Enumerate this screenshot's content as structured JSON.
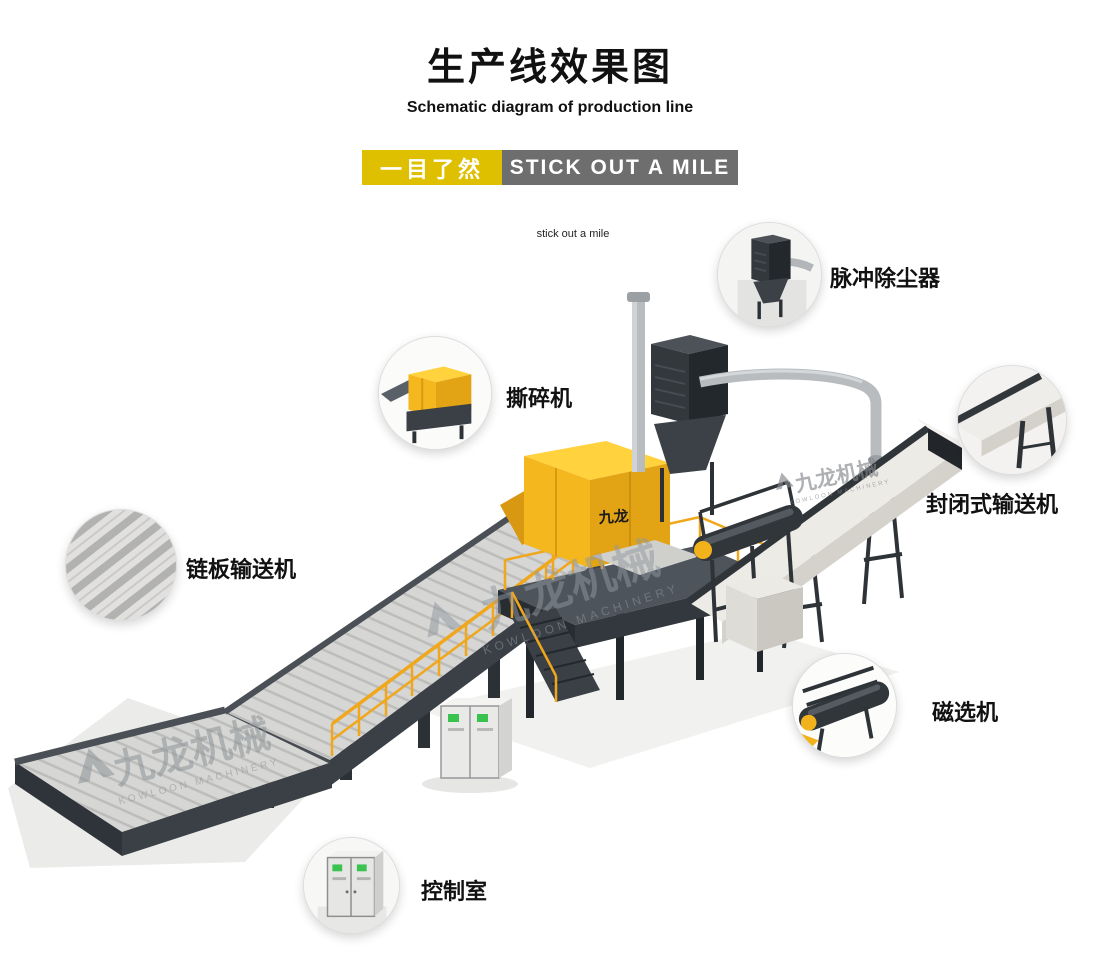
{
  "header": {
    "title": "生产线效果图",
    "subtitle": "Schematic diagram of production line",
    "banner_left": "一目了然",
    "banner_right": "STICK OUT A MILE",
    "tagline": "stick out a mile"
  },
  "callouts": [
    {
      "id": "pulse-dust-collector",
      "label": "脉冲除尘器"
    },
    {
      "id": "shredder",
      "label": "撕碎机"
    },
    {
      "id": "enclosed-conveyor",
      "label": "封闭式输送机"
    },
    {
      "id": "chain-plate-conveyor",
      "label": "链板输送机"
    },
    {
      "id": "magnetic-separator",
      "label": "磁选机"
    },
    {
      "id": "control-room",
      "label": "控制室"
    }
  ],
  "watermark": {
    "cn": "九龙机械",
    "en": "KOWLOON MACHINERY"
  },
  "machine": {
    "brand": "九龙"
  },
  "colors": {
    "accent_yellow": "#dfc000",
    "banner_gray": "#6e6e6e",
    "machine_yellow": "#f5b71e",
    "steel_dark": "#33383d",
    "railing_yellow": "#f0a71c"
  }
}
